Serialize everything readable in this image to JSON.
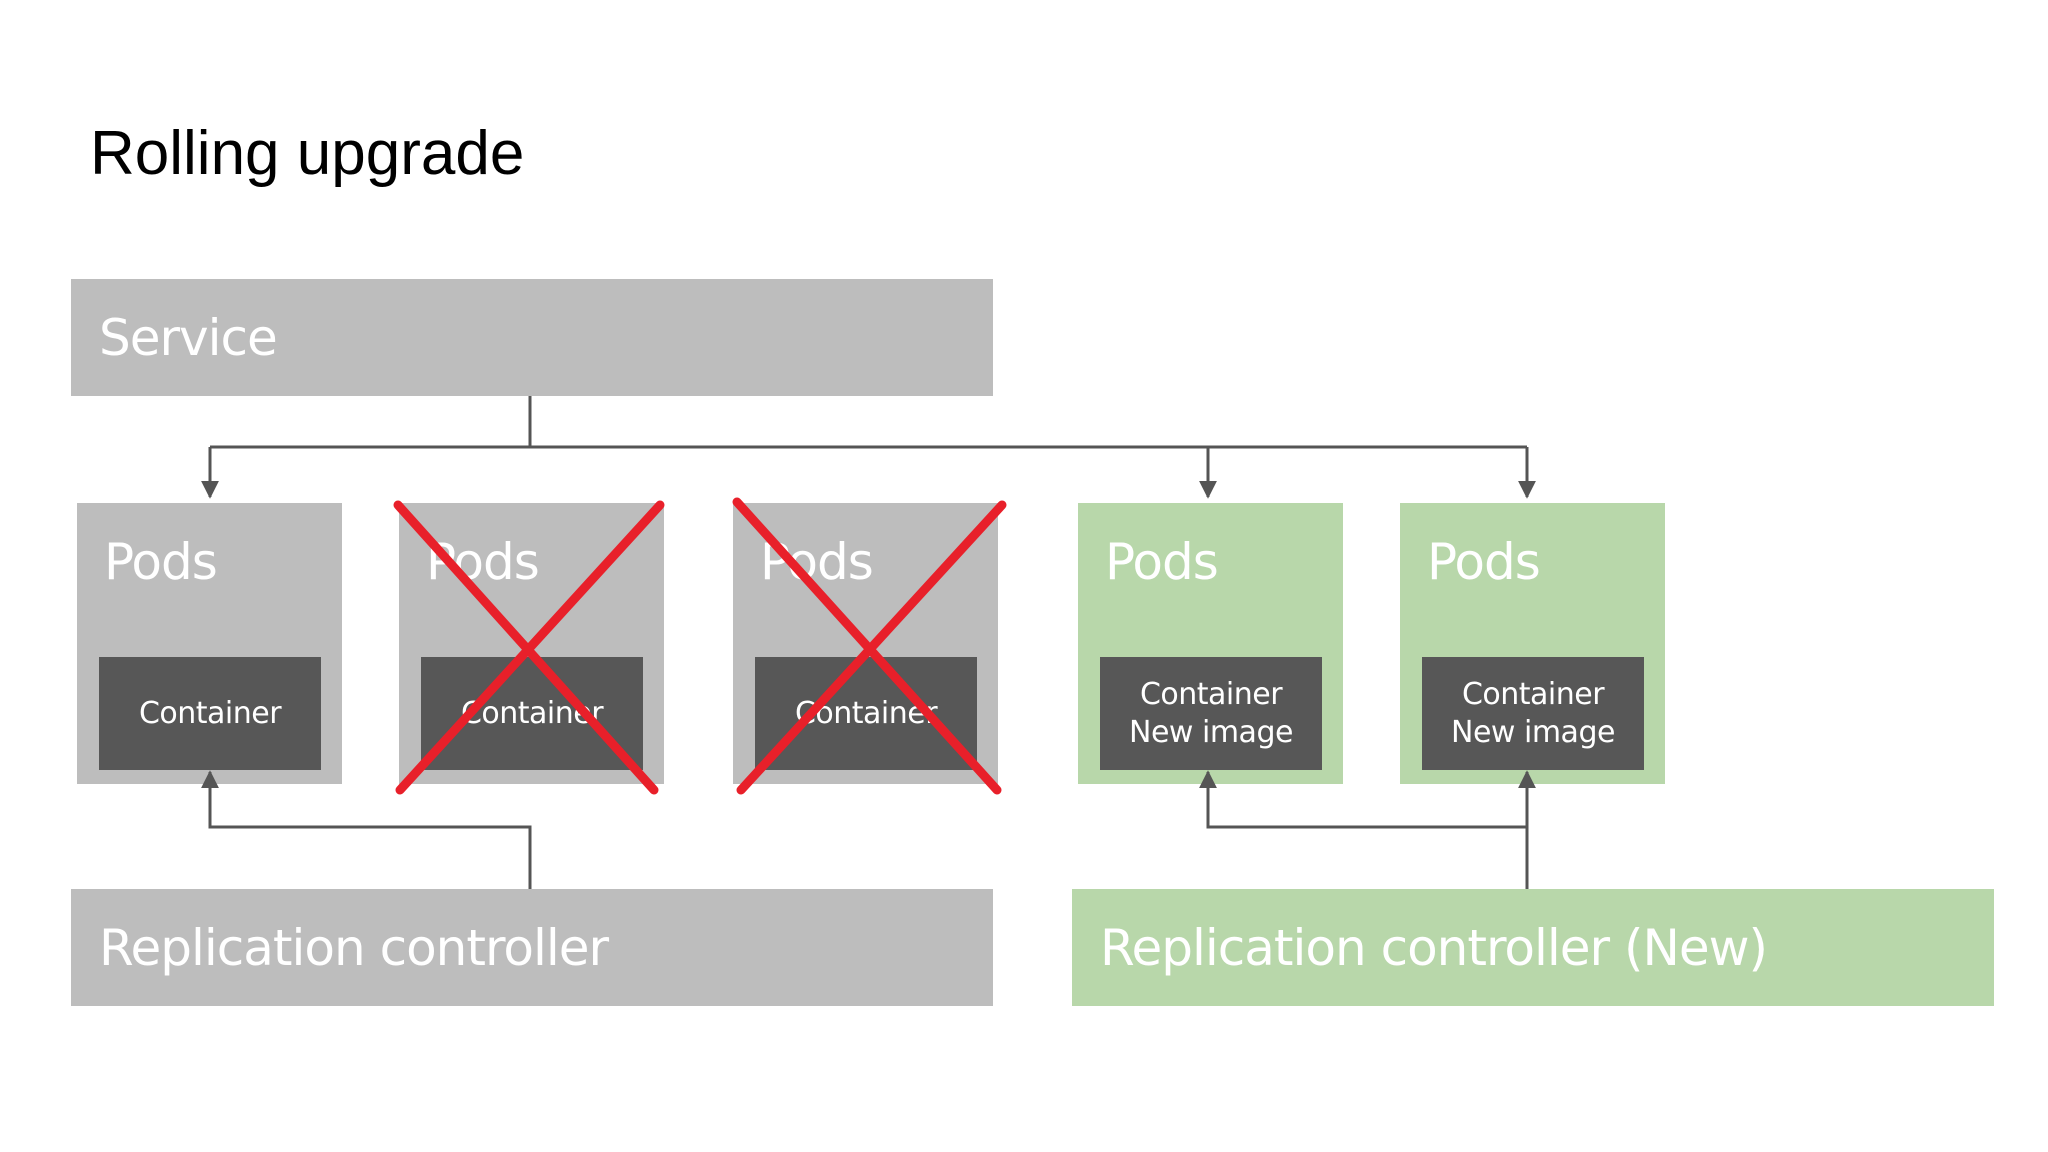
{
  "title": "Rolling upgrade",
  "service": {
    "label": "Service"
  },
  "pods": [
    {
      "label": "Pods",
      "container": [
        "Container"
      ],
      "style": "grey",
      "removed": false
    },
    {
      "label": "Pods",
      "container": [
        "Container"
      ],
      "style": "grey",
      "removed": true
    },
    {
      "label": "Pods",
      "container": [
        "Container"
      ],
      "style": "grey",
      "removed": true
    },
    {
      "label": "Pods",
      "container": [
        "Container",
        "New image"
      ],
      "style": "green",
      "removed": false
    },
    {
      "label": "Pods",
      "container": [
        "Container",
        "New image"
      ],
      "style": "green",
      "removed": false
    }
  ],
  "replication_controller": {
    "label": "Replication controller"
  },
  "replication_controller_new": {
    "label": "Replication controller (New)"
  },
  "colors": {
    "grey_box": "#bdbdbd",
    "green_box": "#b8d7aa",
    "container": "#575757",
    "line": "#555555",
    "cross": "#e8202a"
  },
  "icons": {
    "removed_marker": "red-x-cross-icon",
    "connector_arrow": "arrow-head-icon"
  }
}
